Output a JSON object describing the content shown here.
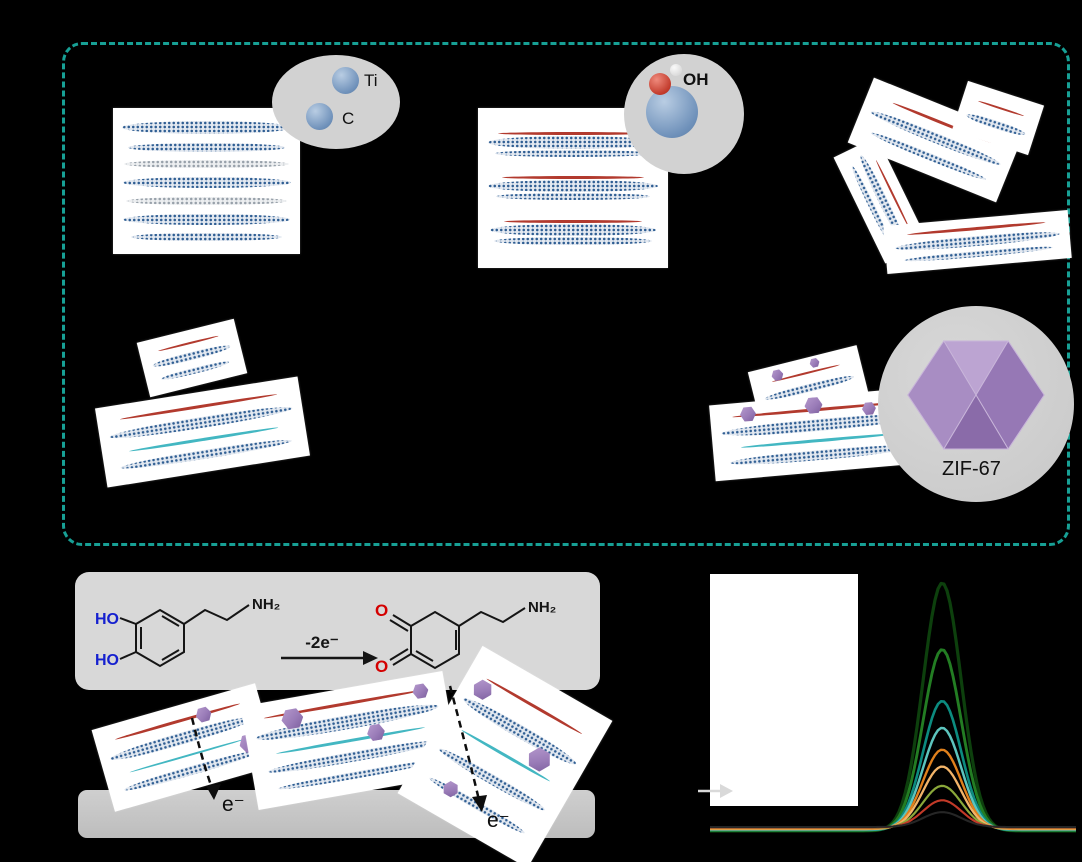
{
  "palette": {
    "background": "#000000",
    "box_border": "#17a095",
    "inset_bg": "#d2d2d2",
    "panel_bg": "#ffffff",
    "reaction_bg": "#d8d8d8",
    "electrode": "#c4c4c4",
    "atom_blue": "#6f91ba",
    "termination_red": "#b23a2e",
    "termination_cyan": "#43b7c2",
    "zif_purple": "#9a7cb8",
    "ho_blue": "#1520cf",
    "carbonyl_red": "#d40000"
  },
  "scheme": {
    "max_inset": {
      "ti_label": "Ti",
      "c_label": "C"
    },
    "oh_inset": {
      "label": "OH"
    },
    "zif_inset": {
      "label": "ZIF-67"
    }
  },
  "reaction": {
    "ho_top": "HO",
    "ho_bottom": "HO",
    "nh2_left": "NH₂",
    "arrow_label": "-2e⁻",
    "o_top": "O",
    "o_bottom": "O",
    "nh2_right": "NH₂"
  },
  "mechanism": {
    "electron_label_1": "e⁻",
    "electron_label_2": "e⁻"
  },
  "chart_data": {
    "type": "line",
    "title": "",
    "legend_position": "none",
    "grid": false,
    "peak_center": 0.634,
    "peak_sigma": 0.05,
    "series": [
      {
        "name": "curve-1",
        "color": "#0d400d",
        "peak_height": 1.0
      },
      {
        "name": "curve-2",
        "color": "#237d23",
        "peak_height": 0.73
      },
      {
        "name": "curve-3",
        "color": "#0c8b7f",
        "peak_height": 0.52
      },
      {
        "name": "curve-4",
        "color": "#5cc4bd",
        "peak_height": 0.41
      },
      {
        "name": "curve-5",
        "color": "#e0801c",
        "peak_height": 0.32
      },
      {
        "name": "curve-6",
        "color": "#f2b469",
        "peak_height": 0.25
      },
      {
        "name": "curve-7",
        "color": "#8aa83a",
        "peak_height": 0.17
      },
      {
        "name": "curve-8",
        "color": "#c23a28",
        "peak_height": 0.11
      },
      {
        "name": "curve-9",
        "color": "#262626",
        "peak_height": 0.06
      }
    ]
  }
}
